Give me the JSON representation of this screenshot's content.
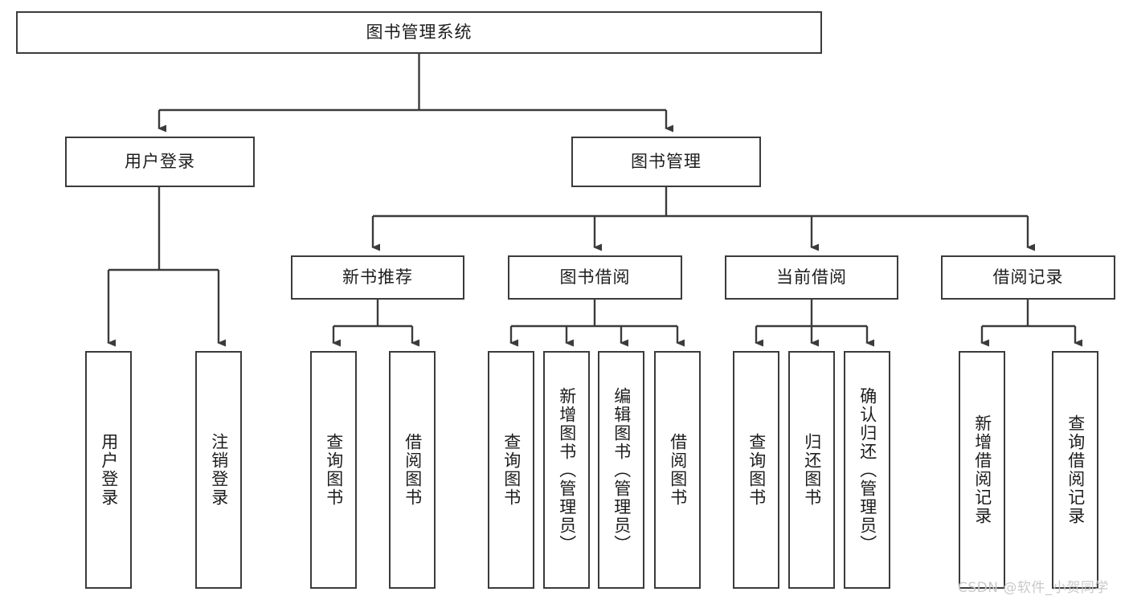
{
  "diagram": {
    "title": "图书管理系统",
    "watermark": "CSDN @软件_小贺同学",
    "colors": {
      "background": "#ffffff",
      "box_border": "#3b3b3b",
      "connector": "#3b3b3b",
      "text": "#1d1d1d",
      "watermark": "#c9c9c9"
    },
    "root": {
      "label": "图书管理系统"
    },
    "level1": [
      {
        "label": "用户登录"
      },
      {
        "label": "图书管理"
      }
    ],
    "level2": [
      {
        "label": "新书推荐"
      },
      {
        "label": "图书借阅"
      },
      {
        "label": "当前借阅"
      },
      {
        "label": "借阅记录"
      }
    ],
    "leaves": {
      "user_login": [
        {
          "label": "用户登录"
        },
        {
          "label": "注销登录"
        }
      ],
      "new_book": [
        {
          "label": "查询图书"
        },
        {
          "label": "借阅图书"
        }
      ],
      "book_borrow": [
        {
          "label": "查询图书"
        },
        {
          "label": "新增图书（管理员）"
        },
        {
          "label": "编辑图书（管理员）"
        },
        {
          "label": "借阅图书"
        }
      ],
      "current_borrow": [
        {
          "label": "查询图书"
        },
        {
          "label": "归还图书"
        },
        {
          "label": "确认归还（管理员）"
        }
      ],
      "borrow_record": [
        {
          "label": "新增借阅记录"
        },
        {
          "label": "查询借阅记录"
        }
      ]
    }
  }
}
